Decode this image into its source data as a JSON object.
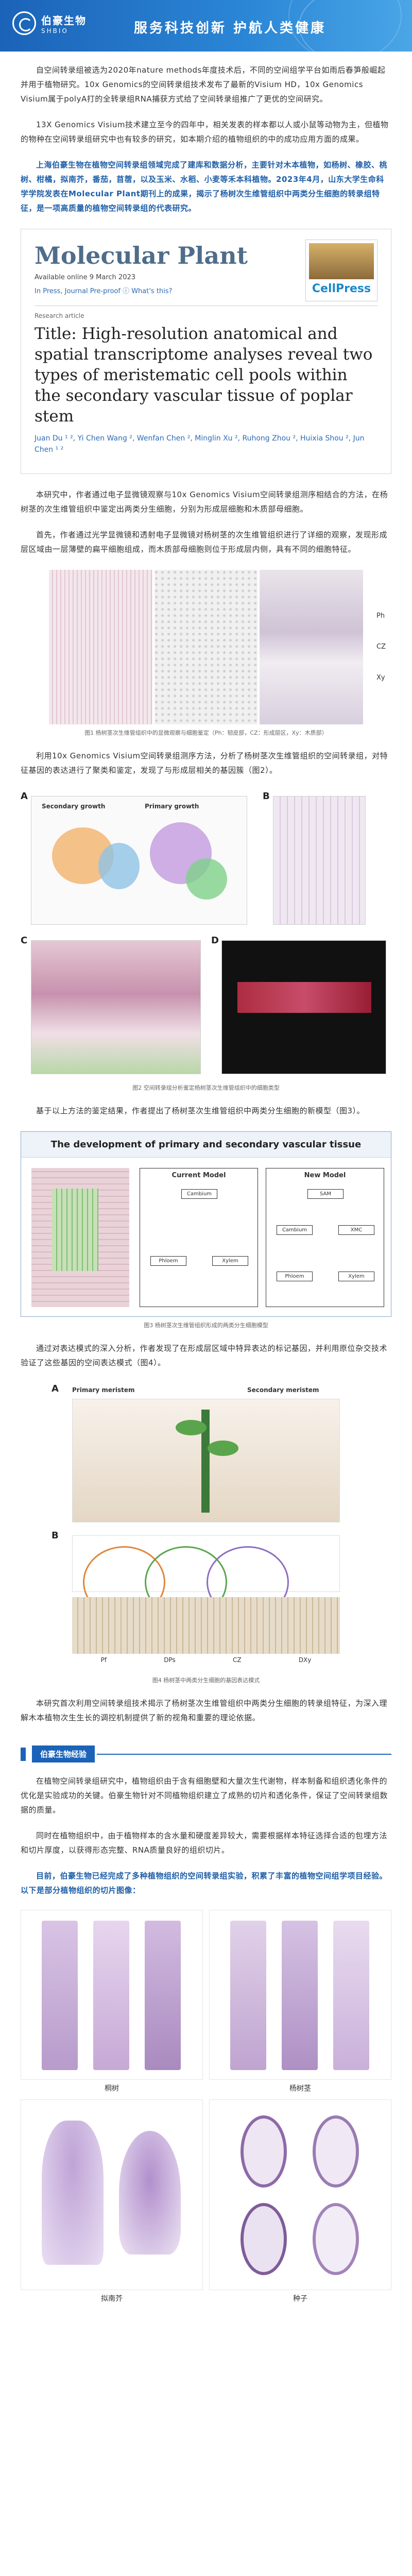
{
  "banner": {
    "logo_cn": "伯豪生物",
    "logo_en": "SHBIO",
    "slogan": "服务科技创新 护航人类健康"
  },
  "intro": [
    "自空间转录组被选为2020年nature methods年度技术后，不同的空间组学平台如雨后春笋般崛起并用于植物研究。10x Genomics的空间转录组技术发布了最新的Visium HD，10x Genomics Visium属于polyA打的全转录组RNA捕获方式给了空间转录组推广了更优的空间研究。",
    "13X Genomics Visium技术建立至今的四年中，相关发表的样本都以人或小鼠等动物为主，但植物的物种在空间转录组研究中也有较多的研究，如本期介绍的植物组织的中的成功应用方面的成果。"
  ],
  "highlight": "上海伯豪生物在植物空间转录组领域完成了建库和数据分析，主要针对木本植物，如杨树、橡胶、桃树、柑橘，拟南芥，番茄，苜蓿，以及玉米、水稻、小麦等禾本科植物。2023年4月，山东大学生命科学学院发表在Molecular Plant期刊上的成果，揭示了杨树次生维管组织中两类分生细胞的转录组特征，是一项高质量的植物空间转录组的代表研究。",
  "journal": {
    "name": "Molecular Plant",
    "available": "Available online 9 March 2023",
    "links": "In Press, Journal Pre-proof   ⓘ What's this?",
    "publisher": "CellPress",
    "type": "Research article",
    "title": "Title: High-resolution anatomical and spatial transcriptome analyses reveal two types of meristematic cell pools within the secondary vascular tissue of poplar stem",
    "authors": "Juan Du ¹ ², Yi Chen Wang ², Wenfan Chen ², Minglin Xu ², Ruhong Zhou ², Huixia Shou ², Jun Chen ¹ ²"
  },
  "para1": "本研究中，作者通过电子显微镜观察与10x Genomics Visium空间转录组测序相结合的方法，在杨树茎的次生维管组织中鉴定出两类分生细胞，分别为形成层细胞和木质部母细胞。",
  "para2": "首先，作者通过光学显微镜和透射电子显微镜对杨树茎的次生维管组织进行了详细的观察，发现形成层区域由一层薄壁的扁平细胞组成，而木质部母细胞则位于形成层内侧，具有不同的细胞特征。",
  "fig1": {
    "side": [
      "Ph",
      "CZ",
      "Xy"
    ],
    "caption": "图1 杨树茎次生维管组织中的显微观察与细胞鉴定（Ph：韧皮部，CZ：形成层区，Xy：木质部）"
  },
  "para3": "利用10x Genomics Visium空间转录组测序方法，分析了杨树茎次生维管组织的空间转录组，对特征基因的表达进行了聚类和鉴定，发现了与形成层相关的基因簇（图2）。",
  "fig2": {
    "labels": [
      "A",
      "B",
      "C",
      "D"
    ],
    "umap_titles": [
      "Secondary growth",
      "Primary growth"
    ],
    "caption": "图2 空间转录组分析鉴定杨树茎次生维管组织中的细胞类型"
  },
  "para4": "基于以上方法的鉴定结果，作者提出了杨树茎次生维管组织中两类分生细胞的新模型（图3）。",
  "fig3": {
    "header": "The development of primary and secondary vascular tissue",
    "model_left": "Current Model",
    "model_right": "New Model",
    "cells": [
      "Cambium",
      "Phloem",
      "Xylem",
      "SAM",
      "XMC"
    ],
    "caption": "图3 杨树茎次生维管组织形成的两类分生细胞模型"
  },
  "para5": "通过对表达模式的深入分析，作者发现了在形成层区域中特异表达的标记基因，并利用原位杂交技术验证了这些基因的空间表达模式（图4）。",
  "fig4": {
    "labels": [
      "A",
      "B"
    ],
    "headers": [
      "Primary meristem",
      "Secondary meristem"
    ],
    "bottom_labels": [
      "Pf",
      "DPs",
      "CZ",
      "DXy"
    ],
    "caption": "图4 杨树茎中两类分生细胞的基因表达模式"
  },
  "para6": "本研究首次利用空间转录组技术揭示了杨树茎次生维管组织中两类分生细胞的转录组特征，为深入理解木本植物次生生长的调控机制提供了新的视角和重要的理论依据。",
  "section": {
    "title": "伯豪生物经验"
  },
  "para7": "在植物空间转录组研究中，植物组织由于含有细胞壁和大量次生代谢物，样本制备和组织透化条件的优化是实验成功的关键。伯豪生物针对不同植物组织建立了成熟的切片和透化条件，保证了空间转录组数据的质量。",
  "para8": "同时在植物组织中，由于植物样本的含水量和硬度差异较大，需要根据样本特征选择合适的包埋方法和切片厚度，以获得形态完整、RNA质量良好的组织切片。",
  "para9": "目前，伯豪生物已经完成了多种植物组织的空间转录组实验，积累了丰富的植物空间组学项目经验。以下是部分植物组织的切片图像：",
  "grid": [
    {
      "label": "桐树"
    },
    {
      "label": "杨树茎"
    },
    {
      "label": "拟南芥"
    },
    {
      "label": "种子"
    }
  ],
  "colors": {
    "brand": "#1b63b8",
    "highlight_text": "#1f5fa8",
    "journal_title": "#4f6d8a"
  }
}
